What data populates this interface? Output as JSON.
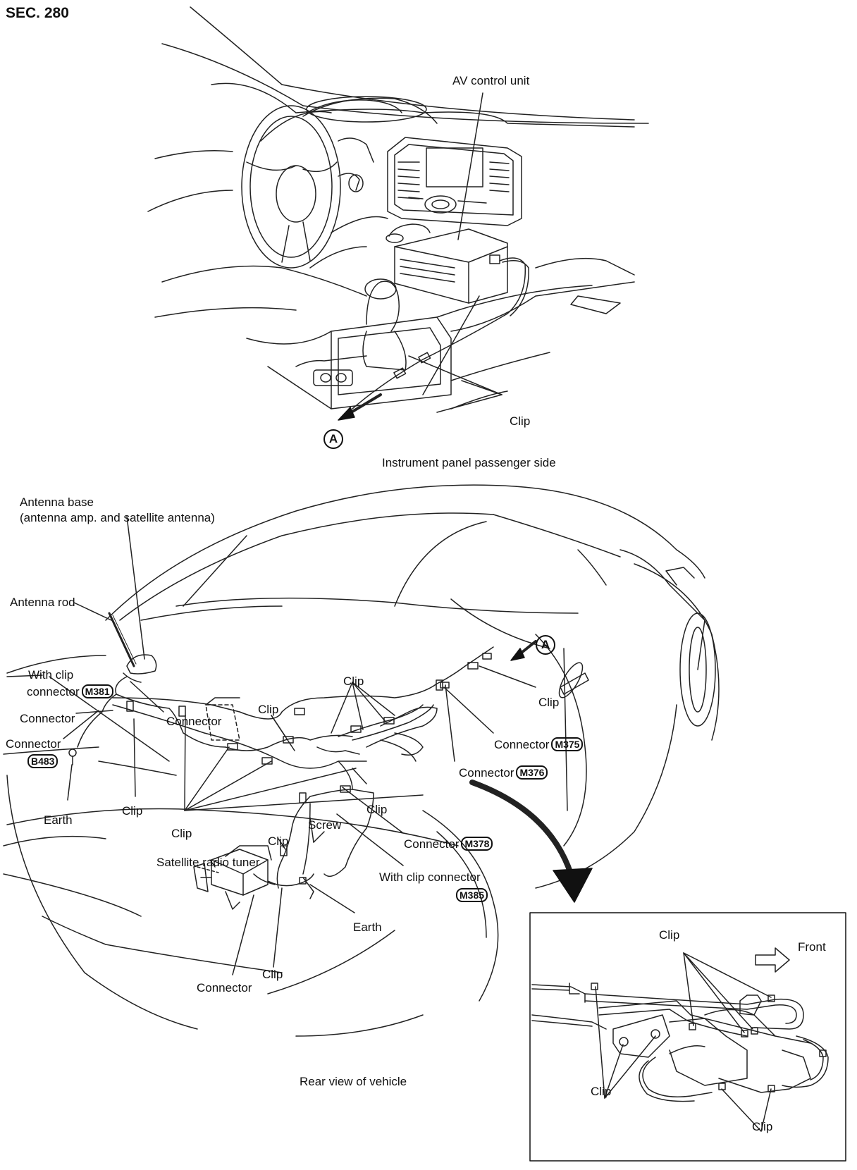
{
  "section": "SEC. 280",
  "top_view": {
    "av_control_unit": "AV control unit",
    "clip": "Clip",
    "marker_a": "A",
    "caption": "Instrument panel passenger side"
  },
  "rear_view": {
    "antenna_base_line1": "Antenna base",
    "antenna_base_line2": "(antenna amp. and satellite antenna)",
    "antenna_rod": "Antenna rod",
    "with_clip_line1": "With clip",
    "with_clip_line2": "connector",
    "m381": "M381",
    "connector": "Connector",
    "b483": "B483",
    "clip": "Clip",
    "earth": "Earth",
    "screw": "Screw",
    "satellite_radio_tuner": "Satellite radio tuner",
    "m375": "M375",
    "m376": "M376",
    "m378": "M378",
    "with_clip_connector": "With clip connector",
    "m385": "M385",
    "marker_a": "A",
    "caption": "Rear view of vehicle"
  },
  "detail_view": {
    "clip": "Clip",
    "front": "Front"
  }
}
